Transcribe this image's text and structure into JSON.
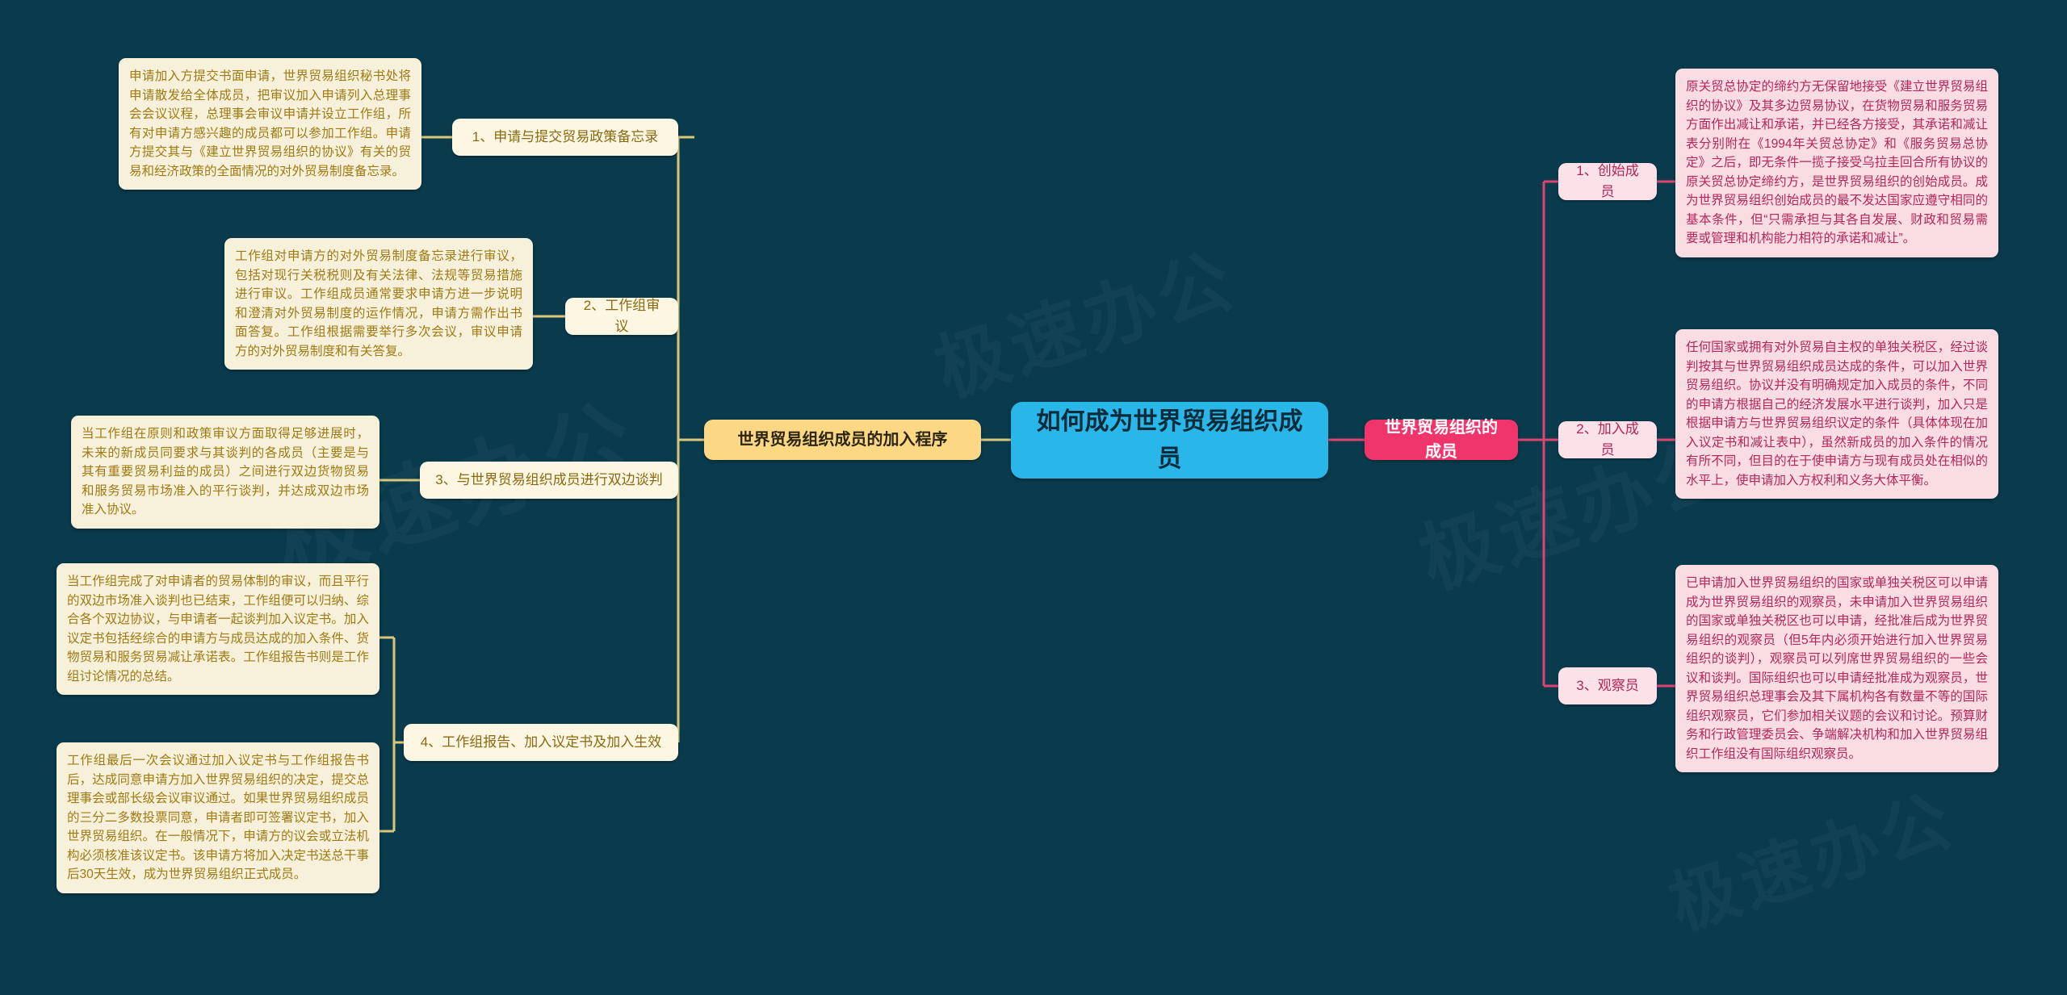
{
  "theme": {
    "background": "#0a3b4d",
    "root_fill": "#29b6e8",
    "left_branch_fill": "#fcd884",
    "right_branch_fill": "#f0356b",
    "left_sub_fill": "#fdf6e3",
    "right_sub_fill": "#fbe2e8",
    "left_leaf_fill": "#f7f0da",
    "right_leaf_fill": "#fadde3",
    "left_line": "#d9c77a",
    "right_line": "#e0436f"
  },
  "root": {
    "label": "如何成为世界贸易组织成员"
  },
  "left_branch": {
    "label": "世界贸易组织成员的加入程序",
    "children": [
      {
        "label": "1、申请与提交贸易政策备忘录",
        "detail": "申请加入方提交书面申请，世界贸易组织秘书处将申请散发给全体成员，把审议加入申请列入总理事会会议议程，总理事会审议申请并设立工作组，所有对申请方感兴趣的成员都可以参加工作组。申请方提交其与《建立世界贸易组织的协议》有关的贸易和经济政策的全面情况的对外贸易制度备忘录。"
      },
      {
        "label": "2、工作组审议",
        "detail": "工作组对申请方的对外贸易制度备忘录进行审议，包括对现行关税税则及有关法律、法规等贸易措施进行审议。工作组成员通常要求申请方进一步说明和澄清对外贸易制度的运作情况，申请方需作出书面答复。工作组根据需要举行多次会议，审议申请方的对外贸易制度和有关答复。"
      },
      {
        "label": "3、与世界贸易组织成员进行双边谈判",
        "detail": "当工作组在原则和政策审议方面取得足够进展时，未来的新成员同要求与其谈判的各成员（主要是与其有重要贸易利益的成员）之间进行双边货物贸易和服务贸易市场准入的平行谈判，并达成双边市场准入协议。"
      },
      {
        "label": "4、工作组报告、加入议定书及加入生效",
        "detail": "当工作组完成了对申请者的贸易体制的审议，而且平行的双边市场准入谈判也已结束，工作组便可以归纳、综合各个双边协议，与申请者一起谈判加入议定书。加入议定书包括经综合的申请方与成员达成的加入条件、货物贸易和服务贸易减让承诺表。工作组报告书则是工作组讨论情况的总结。",
        "detail2": "工作组最后一次会议通过加入议定书与工作组报告书后，达成同意申请方加入世界贸易组织的决定，提交总理事会或部长级会议审议通过。如果世界贸易组织成员的三分二多数投票同意，申请者即可签署议定书，加入世界贸易组织。在一般情况下，申请方的议会或立法机构必须核准该议定书。该申请方将加入决定书送总干事后30天生效，成为世界贸易组织正式成员。"
      }
    ]
  },
  "right_branch": {
    "label": "世界贸易组织的成员",
    "children": [
      {
        "label": "1、创始成员",
        "detail": "原关贸总协定的缔约方无保留地接受《建立世界贸易组织的协议》及其多边贸易协议，在货物贸易和服务贸易方面作出减让和承诺，并已经各方接受，其承诺和减让表分别附在《1994年关贸总协定》和《服务贸易总协定》之后，即无条件一揽子接受乌拉圭回合所有协议的原关贸总协定缔约方，是世界贸易组织的创始成员。成为世界贸易组织创始成员的最不发达国家应遵守相同的基本条件，但“只需承担与其各自发展、财政和贸易需要或管理和机构能力相符的承诺和减让”。"
      },
      {
        "label": "2、加入成员",
        "detail": "任何国家或拥有对外贸易自主权的单独关税区，经过谈判按其与世界贸易组织成员达成的条件，可以加入世界贸易组织。协议并没有明确规定加入成员的条件，不同的申请方根据自己的经济发展水平进行谈判，加入只是根据申请方与世界贸易组织议定的条件（具体体现在加入议定书和减让表中），虽然新成员的加入条件的情况有所不同，但目的在于使申请方与现有成员处在相似的水平上，使申请加入方权利和义务大体平衡。"
      },
      {
        "label": "3、观察员",
        "detail": "已申请加入世界贸易组织的国家或单独关税区可以申请成为世界贸易组织的观察员，未申请加入世界贸易组织的国家或单独关税区也可以申请，经批准后成为世界贸易组织的观察员（但5年内必须开始进行加入世界贸易组织的谈判），观察员可以列席世界贸易组织的一些会议和谈判。国际组织也可以申请经批准成为观察员，世界贸易组织总理事会及其下属机构各有数量不等的国际组织观察员，它们参加相关议题的会议和讨论。预算财务和行政管理委员会、争端解决机构和加入世界贸易组织工作组没有国际组织观察员。"
      }
    ]
  },
  "watermarks": [
    "极速办公",
    "极速办公",
    "极速办公",
    "极速办公"
  ]
}
